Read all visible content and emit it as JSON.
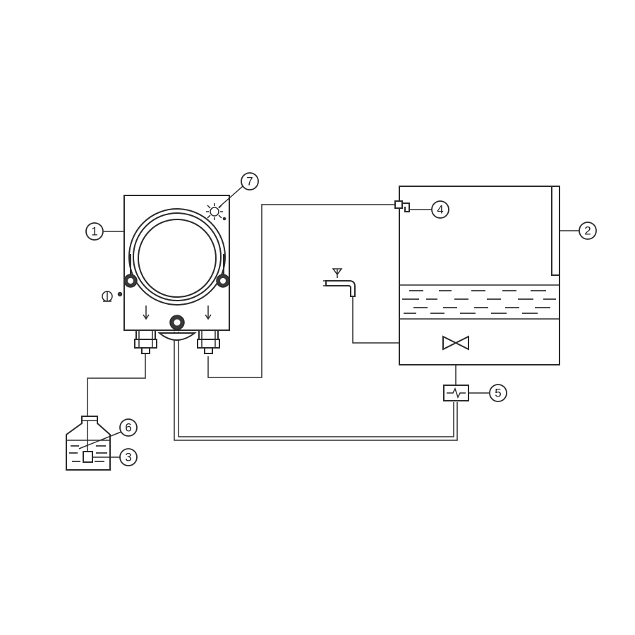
{
  "callouts": [
    {
      "id": "peristaltic-pump",
      "label": "1"
    },
    {
      "id": "tank-level",
      "label": "2"
    },
    {
      "id": "foot-valve",
      "label": "3"
    },
    {
      "id": "injection-point",
      "label": "4"
    },
    {
      "id": "flow-switch",
      "label": "5"
    },
    {
      "id": "chemical-container",
      "label": "6"
    },
    {
      "id": "indicator-lamp",
      "label": "7"
    }
  ],
  "colors": {
    "line": "#2b2b2b",
    "background": "#ffffff"
  }
}
